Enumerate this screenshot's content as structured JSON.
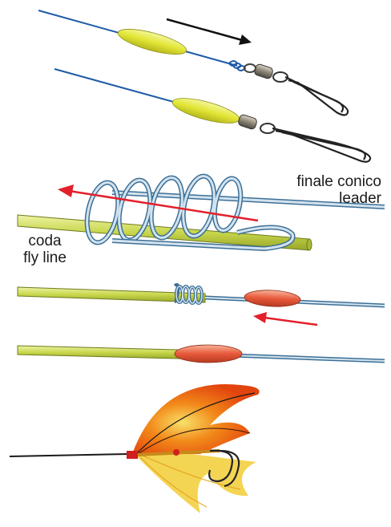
{
  "labels": {
    "leader": [
      "finale conico",
      "leader"
    ],
    "fly_line": [
      "coda",
      "fly line"
    ]
  },
  "colors": {
    "leader_blue": "#1d5aa8",
    "leader_light": "#7fa7c9",
    "fly_line": "#c9d94a",
    "bead_yellow": "#e5ea3a",
    "bead_orange": "#e8593a",
    "arrow_red": "#e3202b",
    "arrow_black": "#111111",
    "swivel_metal": "#8c8577",
    "snap_wire": "#2a2a2a",
    "fly_orange": "#f06a12",
    "fly_yellow": "#f3d24a"
  },
  "icons": [
    "arrow-right-icon",
    "arrow-left-icon",
    "swivel-snap-icon",
    "salmon-fly-icon"
  ]
}
